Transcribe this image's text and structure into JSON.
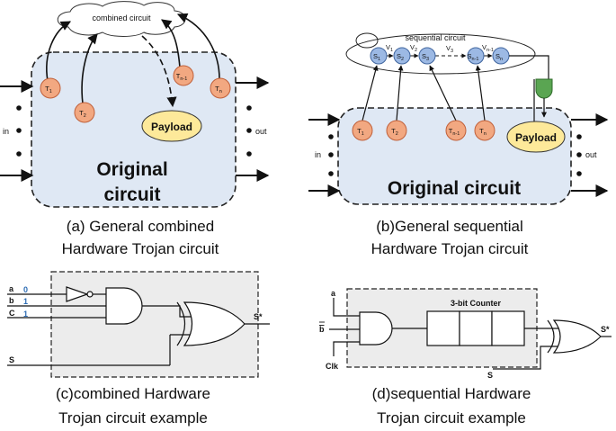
{
  "panel_a": {
    "cloud_label": "combined circuit",
    "triggers": [
      {
        "label": "T",
        "sub": "1"
      },
      {
        "label": "T",
        "sub": "2"
      },
      {
        "label": "T",
        "sub": "n-1"
      },
      {
        "label": "T",
        "sub": "n"
      }
    ],
    "payload": "Payload",
    "in_label": "in",
    "out_label": "out",
    "circuit_line1": "Original",
    "circuit_line2": "circuit",
    "caption_line1": "(a) General combined",
    "caption_line2": "Hardware Trojan circuit"
  },
  "panel_b": {
    "ellipse_label": "sequential circuit",
    "states": [
      {
        "label": "S",
        "sub": "1"
      },
      {
        "label": "S",
        "sub": "2"
      },
      {
        "label": "S",
        "sub": "3"
      },
      {
        "label": "S",
        "sub": "n-1"
      },
      {
        "label": "S",
        "sub": "n"
      }
    ],
    "transitions": [
      {
        "label": "V",
        "sub": "1"
      },
      {
        "label": "V",
        "sub": "2"
      },
      {
        "label": "V",
        "sub": "3"
      },
      {
        "label": "V",
        "sub": "n-1"
      }
    ],
    "triggers": [
      {
        "label": "T",
        "sub": "1"
      },
      {
        "label": "T",
        "sub": "2"
      },
      {
        "label": "T",
        "sub": "n-1"
      },
      {
        "label": "T",
        "sub": "n"
      }
    ],
    "payload": "Payload",
    "in_label": "in",
    "out_label": "out",
    "circuit_label": "Original circuit",
    "caption_line1": "(b)General sequential",
    "caption_line2": "Hardware Trojan circuit"
  },
  "panel_c": {
    "inputs": [
      {
        "name": "a",
        "value": "0"
      },
      {
        "name": "b",
        "value": "1"
      },
      {
        "name": "C",
        "value": "1"
      }
    ],
    "select": "S",
    "output": "S*",
    "caption_line1": "(c)combined Hardware",
    "caption_line2": "Trojan circuit example"
  },
  "panel_d": {
    "inputs": [
      "a",
      "b"
    ],
    "clock": "Clk",
    "counter_label": "3-bit Counter",
    "select": "S",
    "output": "S*",
    "caption_line1": "(d)sequential Hardware",
    "caption_line2": "Trojan circuit example"
  },
  "colors": {
    "circuit_fill": "#dfe8f4",
    "trigger_fill": "#f2a881",
    "trigger_stroke": "#c0603a",
    "payload_fill": "#fde99a",
    "state_fill": "#9cb9e4",
    "state_stroke": "#41669f",
    "gate_fill": "#5aa552",
    "dashed_box_fill": "#ececec",
    "bit_value": "#2e6db4"
  }
}
